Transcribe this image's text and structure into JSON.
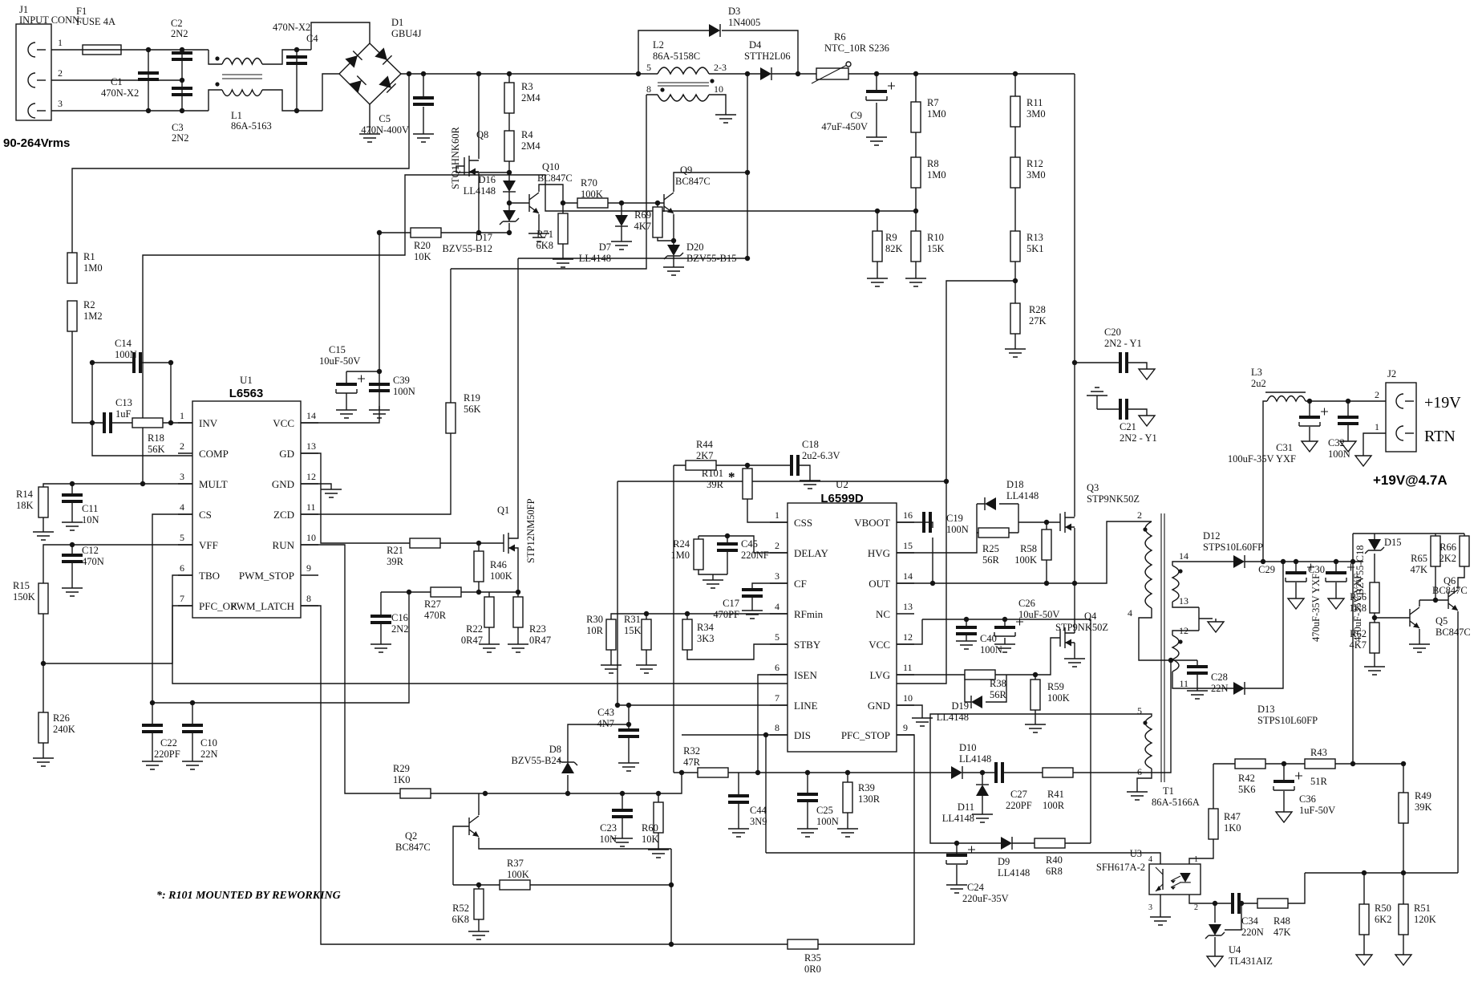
{
  "t": {
    "input": "90-264Vrms",
    "out": "+19V@4.7A",
    "v19": "+19V",
    "rtn": "RTN",
    "note": "*: R101 MOUNTED BY REWORKING",
    "star": "*"
  },
  "c": {
    "J1": {
      "r": "J1",
      "v": "INPUT CONN."
    },
    "F1": {
      "r": "F1",
      "v": "FUSE 4A"
    },
    "C1": {
      "r": "C1",
      "v": "470N-X2"
    },
    "C2": {
      "r": "C2",
      "v": "2N2"
    },
    "C3": {
      "r": "C3",
      "v": "2N2"
    },
    "L1": {
      "r": "L1",
      "v": "86A-5163"
    },
    "C4": {
      "r": "C4",
      "v": "470N-X2"
    },
    "D1": {
      "r": "D1",
      "v": "GBU4J"
    },
    "C5": {
      "r": "C5",
      "v": "470N-400V"
    },
    "Q8": {
      "r": "Q8",
      "v": "STQ1HNK60R"
    },
    "R3": {
      "r": "R3",
      "v": "2M4"
    },
    "R4": {
      "r": "R4",
      "v": "2M4"
    },
    "D16": {
      "r": "D16",
      "v": "LL4148"
    },
    "D17": {
      "r": "D17",
      "v": "BZV55-B12"
    },
    "Q10": {
      "r": "Q10",
      "v": "BC847C"
    },
    "R70": {
      "r": "R70",
      "v": "100K"
    },
    "R71": {
      "r": "R71",
      "v": "6K8"
    },
    "D7": {
      "r": "D7",
      "v": "LL4148"
    },
    "Q9": {
      "r": "Q9",
      "v": "BC847C"
    },
    "R69": {
      "r": "R69",
      "v": "4K7"
    },
    "D20": {
      "r": "D20",
      "v": "BZV55-B15"
    },
    "R20": {
      "r": "R20",
      "v": "10K"
    },
    "L2": {
      "r": "L2",
      "v": "86A-5158C"
    },
    "D3": {
      "r": "D3",
      "v": "1N4005"
    },
    "D4": {
      "r": "D4",
      "v": "STTH2L06"
    },
    "R6": {
      "r": "R6",
      "v": "NTC_10R S236"
    },
    "C9": {
      "r": "C9",
      "v": "47uF-450V"
    },
    "R7": {
      "r": "R7",
      "v": "1M0"
    },
    "R8": {
      "r": "R8",
      "v": "1M0"
    },
    "R9": {
      "r": "R9",
      "v": "82K"
    },
    "R10": {
      "r": "R10",
      "v": "15K"
    },
    "R11": {
      "r": "R11",
      "v": "3M0"
    },
    "R12": {
      "r": "R12",
      "v": "3M0"
    },
    "R13": {
      "r": "R13",
      "v": "5K1"
    },
    "R28": {
      "r": "R28",
      "v": "27K"
    },
    "R1": {
      "r": "R1",
      "v": "1M0"
    },
    "R2": {
      "r": "R2",
      "v": "1M2"
    },
    "C14": {
      "r": "C14",
      "v": "100N"
    },
    "C13": {
      "r": "C13",
      "v": "1uF"
    },
    "R18": {
      "r": "R18",
      "v": "56K"
    },
    "R14": {
      "r": "R14",
      "v": "18K"
    },
    "C11": {
      "r": "C11",
      "v": "10N"
    },
    "C12": {
      "r": "C12",
      "v": "470N"
    },
    "R15": {
      "r": "R15",
      "v": "150K"
    },
    "R26": {
      "r": "R26",
      "v": "240K"
    },
    "U1": {
      "r": "U1",
      "v": "L6563"
    },
    "C15": {
      "r": "C15",
      "v": "10uF-50V"
    },
    "C39": {
      "r": "C39",
      "v": "100N"
    },
    "R19": {
      "r": "R19",
      "v": "56K"
    },
    "R21": {
      "r": "R21",
      "v": "39R"
    },
    "Q1": {
      "r": "Q1",
      "v": "STP12NM50FP"
    },
    "R46": {
      "r": "R46",
      "v": "100K"
    },
    "R27": {
      "r": "R27",
      "v": "470R"
    },
    "R22": {
      "r": "R22",
      "v": "0R47"
    },
    "R23": {
      "r": "R23",
      "v": "0R47"
    },
    "C16": {
      "r": "C16",
      "v": "2N2"
    },
    "C22": {
      "r": "C22",
      "v": "220PF"
    },
    "C10": {
      "r": "C10",
      "v": "22N"
    },
    "R44": {
      "r": "R44",
      "v": "2K7"
    },
    "R101": {
      "r": "R101",
      "v": "39R"
    },
    "C18": {
      "r": "C18",
      "v": "2u2-6.3V"
    },
    "R24": {
      "r": "R24",
      "v": "1M0"
    },
    "C45": {
      "r": "C45",
      "v": "220NF"
    },
    "C17": {
      "r": "C17",
      "v": "470PF"
    },
    "U2": {
      "r": "U2",
      "v": "L6599D"
    },
    "R30": {
      "r": "R30",
      "v": "10R"
    },
    "R31": {
      "r": "R31",
      "v": "15K"
    },
    "R34": {
      "r": "R34",
      "v": "3K3"
    },
    "C43": {
      "r": "C43",
      "v": "4N7"
    },
    "D8": {
      "r": "D8",
      "v": "BZV55-B24"
    },
    "R29": {
      "r": "R29",
      "v": "1K0"
    },
    "C23": {
      "r": "C23",
      "v": "10N"
    },
    "R60": {
      "r": "R60",
      "v": "10K"
    },
    "R32": {
      "r": "R32",
      "v": "47R"
    },
    "C44": {
      "r": "C44",
      "v": "3N9"
    },
    "C25": {
      "r": "C25",
      "v": "100N"
    },
    "R39": {
      "r": "R39",
      "v": "130R"
    },
    "Q2": {
      "r": "Q2",
      "v": "BC847C"
    },
    "R37": {
      "r": "R37",
      "v": "100K"
    },
    "R52": {
      "r": "R52",
      "v": "6K8"
    },
    "R35": {
      "r": "R35",
      "v": "0R0"
    },
    "C19": {
      "r": "C19",
      "v": "100N"
    },
    "D18": {
      "r": "D18",
      "v": "LL4148"
    },
    "R25": {
      "r": "R25",
      "v": "56R"
    },
    "R58": {
      "r": "R58",
      "v": "100K"
    },
    "Q3": {
      "r": "Q3",
      "v": "STP9NK50Z"
    },
    "Q4": {
      "r": "Q4",
      "v": "STP9NK50Z"
    },
    "C26": {
      "r": "C26",
      "v": "10uF-50V"
    },
    "C40": {
      "r": "C40",
      "v": "100N"
    },
    "D19": {
      "r": "D19",
      "v": "LL4148"
    },
    "R38": {
      "r": "R38",
      "v": "56R"
    },
    "R59": {
      "r": "R59",
      "v": "100K"
    },
    "C28": {
      "r": "C28",
      "v": "22N"
    },
    "C20": {
      "r": "C20",
      "v": "2N2 - Y1"
    },
    "C21": {
      "r": "C21",
      "v": "2N2 - Y1"
    },
    "T1": {
      "r": "T1",
      "v": "86A-5166A"
    },
    "D10": {
      "r": "D10",
      "v": "LL4148"
    },
    "D11": {
      "r": "D11",
      "v": "LL4148"
    },
    "C27": {
      "r": "C27",
      "v": "220PF"
    },
    "R41": {
      "r": "R41",
      "v": "100R"
    },
    "D9": {
      "r": "D9",
      "v": "LL4148"
    },
    "R40": {
      "r": "R40",
      "v": "6R8"
    },
    "C24": {
      "r": "C24",
      "v": "220uF-35V"
    },
    "D12": {
      "r": "D12",
      "v": "STPS10L60FP"
    },
    "D13": {
      "r": "D13",
      "v": "STPS10L60FP"
    },
    "C29": {
      "r": "C29",
      "v": "470uF-35V YXF"
    },
    "C30": {
      "r": "C30",
      "v": "470uF-35V YXF"
    },
    "L3": {
      "r": "L3",
      "v": "2u2"
    },
    "C31": {
      "r": "C31",
      "v": "100uF-35V YXF"
    },
    "C32": {
      "r": "C32",
      "v": "100N"
    },
    "J2": {
      "r": "J2",
      "v": ""
    },
    "D15": {
      "r": "D15",
      "v": "BZV55-C18"
    },
    "R65": {
      "r": "R65",
      "v": "47K"
    },
    "R66": {
      "r": "R66",
      "v": "2K2"
    },
    "Q6": {
      "r": "Q6",
      "v": "BC847C"
    },
    "Q5": {
      "r": "Q5",
      "v": "BC847C"
    },
    "R56": {
      "r": "R56",
      "v": "1K8"
    },
    "R62": {
      "r": "R62",
      "v": "4K7"
    },
    "R42": {
      "r": "R42",
      "v": "5K6"
    },
    "R43": {
      "r": "R43",
      "v": "51R"
    },
    "C36": {
      "r": "C36",
      "v": "1uF-50V"
    },
    "R49": {
      "r": "R49",
      "v": "39K"
    },
    "R47": {
      "r": "R47",
      "v": "1K0"
    },
    "U3": {
      "r": "U3",
      "v": "SFH617A-2"
    },
    "C34": {
      "r": "C34",
      "v": "220N"
    },
    "R48": {
      "r": "R48",
      "v": "47K"
    },
    "U4": {
      "r": "U4",
      "v": "TL431AIZ"
    },
    "R50": {
      "r": "R50",
      "v": "6K2"
    },
    "R51": {
      "r": "R51",
      "v": "120K"
    }
  },
  "u1": {
    "left": [
      {
        "n": "1",
        "l": "INV"
      },
      {
        "n": "2",
        "l": "COMP"
      },
      {
        "n": "3",
        "l": "MULT"
      },
      {
        "n": "4",
        "l": "CS"
      },
      {
        "n": "5",
        "l": "VFF"
      },
      {
        "n": "6",
        "l": "TBO"
      },
      {
        "n": "7",
        "l": "PFC_OK"
      }
    ],
    "right": [
      {
        "n": "14",
        "l": "VCC"
      },
      {
        "n": "13",
        "l": "GD"
      },
      {
        "n": "12",
        "l": "GND"
      },
      {
        "n": "11",
        "l": "ZCD"
      },
      {
        "n": "10",
        "l": "RUN"
      },
      {
        "n": "9",
        "l": "PWM_STOP"
      },
      {
        "n": "8",
        "l": "PWM_LATCH"
      }
    ]
  },
  "u2": {
    "left": [
      {
        "n": "1",
        "l": "CSS"
      },
      {
        "n": "2",
        "l": "DELAY"
      },
      {
        "n": "3",
        "l": "CF"
      },
      {
        "n": "4",
        "l": "RFmin"
      },
      {
        "n": "5",
        "l": "STBY"
      },
      {
        "n": "6",
        "l": "ISEN"
      },
      {
        "n": "7",
        "l": "LINE"
      },
      {
        "n": "8",
        "l": "DIS"
      }
    ],
    "right": [
      {
        "n": "16",
        "l": "VBOOT"
      },
      {
        "n": "15",
        "l": "HVG"
      },
      {
        "n": "14",
        "l": "OUT"
      },
      {
        "n": "13",
        "l": "NC"
      },
      {
        "n": "12",
        "l": "VCC"
      },
      {
        "n": "11",
        "l": "LVG"
      },
      {
        "n": "10",
        "l": "GND"
      },
      {
        "n": "9",
        "l": "PFC_STOP"
      }
    ]
  },
  "pins": {
    "j1": [
      "1",
      "2",
      "3"
    ],
    "l2": [
      "5",
      "2-3",
      "8",
      "10"
    ],
    "t1": [
      "2",
      "4",
      "5",
      "6",
      "14",
      "13",
      "12",
      "11"
    ],
    "j2": [
      "2",
      "1"
    ],
    "u3": [
      "4",
      "1",
      "2",
      "3"
    ]
  }
}
